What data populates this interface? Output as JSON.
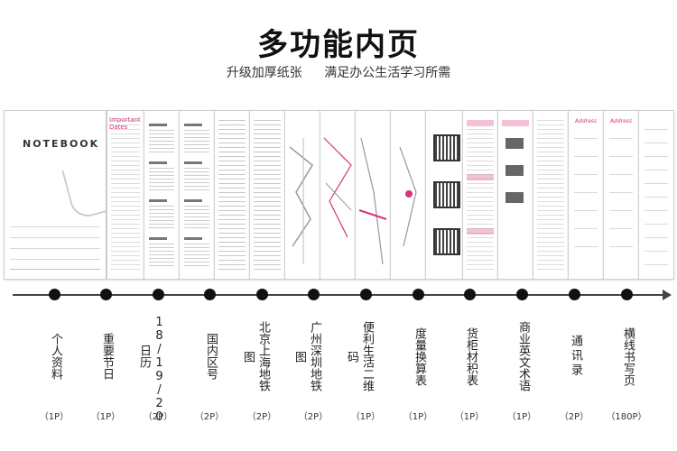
{
  "header": {
    "title": "多功能内页",
    "subtitle_left": "升级加厚纸张",
    "subtitle_right": "满足办公生活学习所需"
  },
  "pages_preview": {
    "cover_title": "NOTEBOOK",
    "important_dates": "Important Dates",
    "address": "Address"
  },
  "timeline": {
    "items": [
      {
        "label": "个人资料",
        "count": "（1P）"
      },
      {
        "label": "重要节日",
        "count": "（1P）"
      },
      {
        "label": "18/19/20日历",
        "count": "（2P）"
      },
      {
        "label": "国内区号",
        "count": "（2P）"
      },
      {
        "label": "北京上海地铁图",
        "count": "（2P）"
      },
      {
        "label": "广州深圳地铁图",
        "count": "（2P）"
      },
      {
        "label": "便利生活二维码",
        "count": "（1P）"
      },
      {
        "label": "度量换算表",
        "count": "（1P）"
      },
      {
        "label": "货柜材积表",
        "count": "（1P）"
      },
      {
        "label": "商业英文术语",
        "count": "（1P）"
      },
      {
        "label": "通讯录",
        "count": "（2P）"
      },
      {
        "label": "横线书写页",
        "count": "（180P）"
      }
    ]
  },
  "colors": {
    "accent": "#d6337e",
    "axis": "#444444"
  }
}
